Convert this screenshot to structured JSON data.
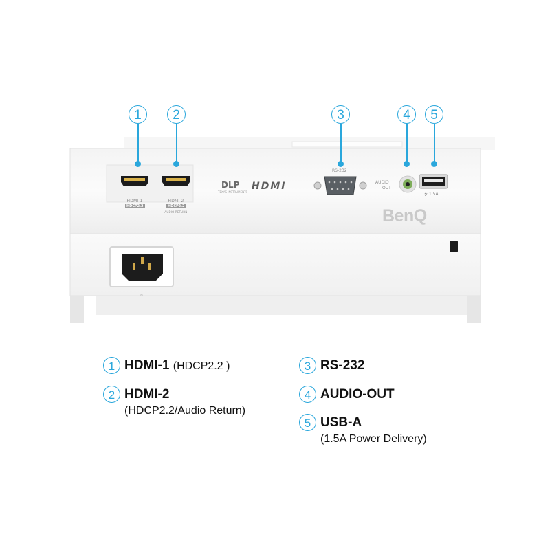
{
  "callouts": [
    "1",
    "2",
    "3",
    "4",
    "5"
  ],
  "projector": {
    "brand": "BenQ",
    "hdmi_logo": "HDMI",
    "dlp_logo": "DLP",
    "dlp_sub": "TEXAS INSTRUMENTS",
    "hdmi1_label": "HDMI 1",
    "hdmi1_tag": "HDCP2.2",
    "hdmi2_label": "HDMI 2",
    "hdmi2_tag": "HDCP2.2",
    "hdmi2_sub": "AUDIO RETURN",
    "rs232_label": "RS-232",
    "audio_label_1": "AUDIO",
    "audio_label_2": "OUT",
    "usb_label": "⭍ 1.5A"
  },
  "legend": [
    {
      "num": "1",
      "title": "HDMI-1",
      "paren": "(HDCP2.2 )",
      "sub": ""
    },
    {
      "num": "2",
      "title": "HDMI-2",
      "paren": "",
      "sub": "(HDCP2.2/Audio Return)"
    },
    {
      "num": "3",
      "title": "RS-232",
      "paren": "",
      "sub": ""
    },
    {
      "num": "4",
      "title": "AUDIO-OUT",
      "paren": "",
      "sub": ""
    },
    {
      "num": "5",
      "title": "USB-A",
      "paren": "",
      "sub": "(1.5A Power Delivery)"
    }
  ]
}
